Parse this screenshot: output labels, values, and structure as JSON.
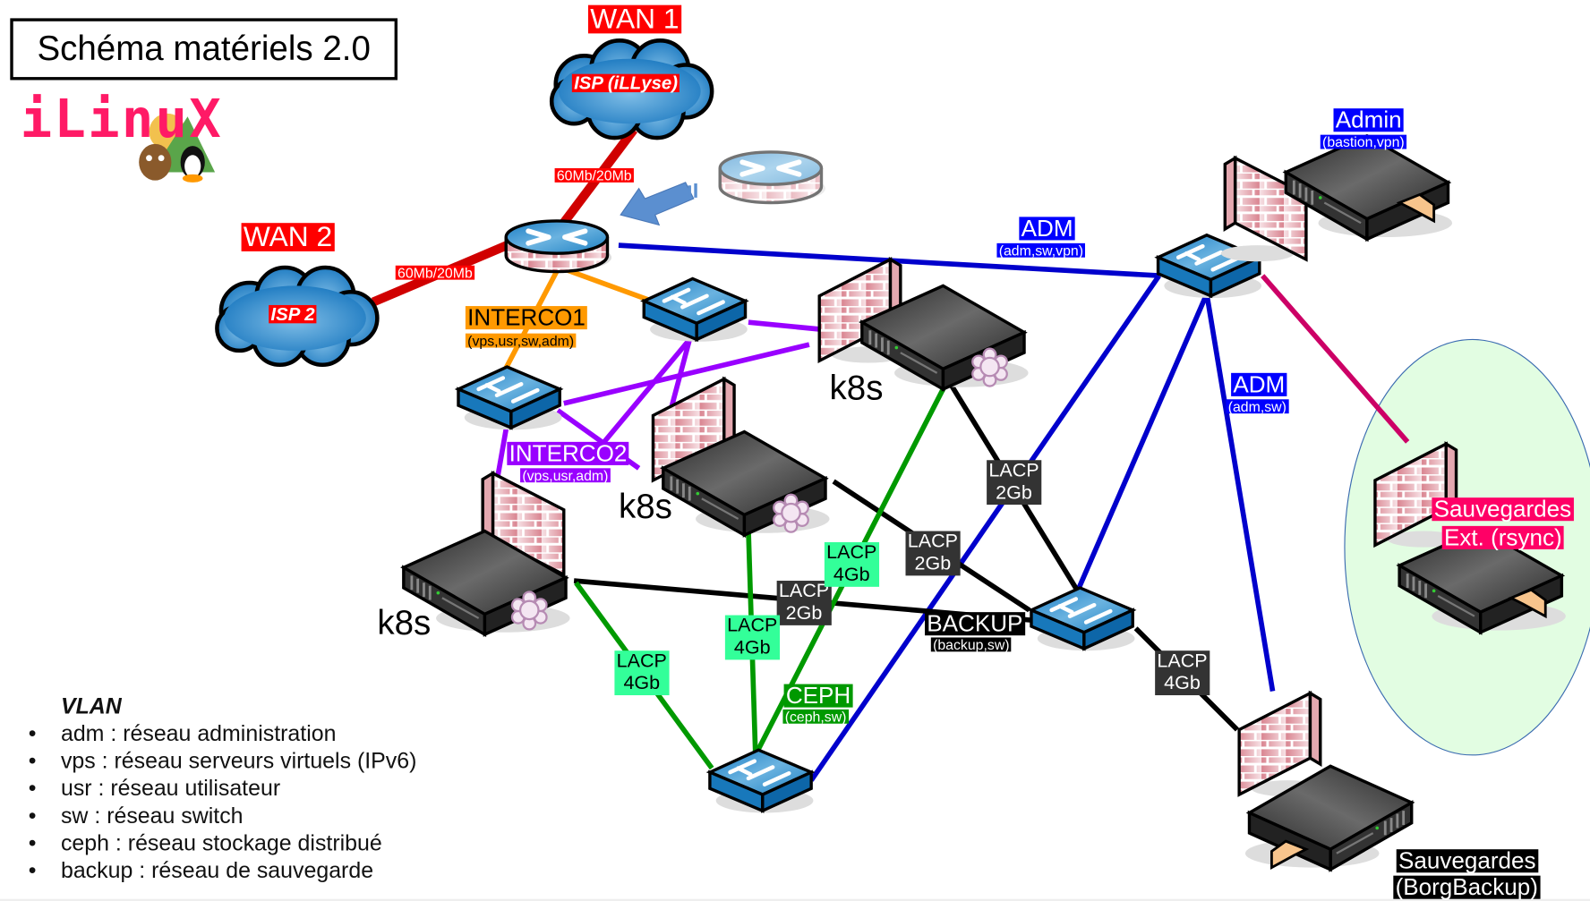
{
  "title": "Schéma matériels 2.0",
  "logo": {
    "text": "iLinuX"
  },
  "wan1": {
    "label": "WAN 1",
    "isp": "ISP (iLLyse)",
    "bandwidth": "60Mb/20Mb"
  },
  "wan2": {
    "label": "WAN 2",
    "isp": "ISP 2",
    "bandwidth": "60Mb/20Mb"
  },
  "interco1": {
    "label": "INTERCO1",
    "vlans": "(vps,usr,sw,adm)"
  },
  "interco2": {
    "label": "INTERCO2",
    "vlans": "(vps,usr,adm)"
  },
  "adm_link": {
    "label": "ADM",
    "vlans": "(adm,sw,vpn)"
  },
  "adm_link2": {
    "label": "ADM",
    "vlans": "(adm,sw)"
  },
  "admin": {
    "label": "Admin",
    "sub": "(bastion,vpn)"
  },
  "k8s_nodes": [
    "k8s",
    "k8s",
    "k8s"
  ],
  "backup": {
    "label": "BACKUP",
    "vlans": "(backup,sw)"
  },
  "ceph": {
    "label": "CEPH",
    "vlans": "(ceph,sw)"
  },
  "lacp_links": [
    {
      "l1": "LACP",
      "l2": "2Gb"
    },
    {
      "l1": "LACP",
      "l2": "2Gb"
    },
    {
      "l1": "LACP",
      "l2": "2Gb"
    },
    {
      "l1": "LACP",
      "l2": "4Gb"
    },
    {
      "l1": "LACP",
      "l2": "4Gb"
    },
    {
      "l1": "LACP",
      "l2": "4Gb"
    },
    {
      "l1": "LACP",
      "l2": "4Gb"
    }
  ],
  "ext_backup": {
    "line1": "Sauvegardes",
    "line2": "Ext. (rsync)"
  },
  "borg_backup": {
    "line1": "Sauvegardes",
    "line2": "(BorgBackup)"
  },
  "vlan_legend": {
    "heading": "VLAN",
    "items": [
      "adm : réseau administration",
      "vps : réseau serveurs virtuels (IPv6)",
      "usr : réseau utilisateur",
      "sw : réseau switch",
      "ceph : réseau stockage distribué",
      "backup : réseau de sauvegarde"
    ]
  },
  "colors": {
    "wan": "#dd0000",
    "interco1": "#ff9900",
    "interco2": "#9900ff",
    "adm": "#0000cc",
    "backup": "#000000",
    "ceph": "#009900",
    "ext": "#cc0066",
    "lacp_dark": "#333333",
    "lacp_green": "#33ff99"
  }
}
